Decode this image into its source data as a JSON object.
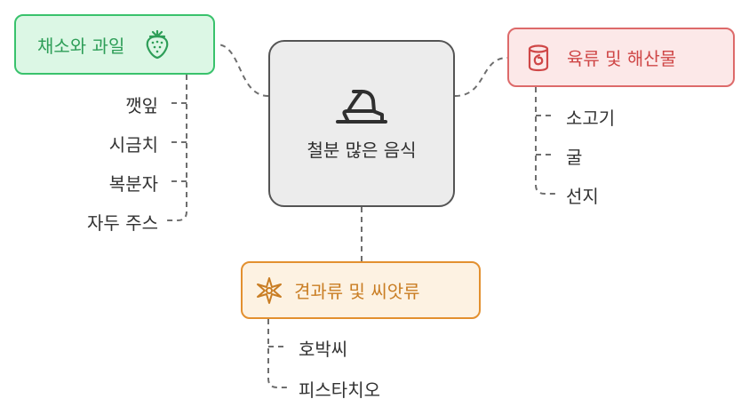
{
  "center": {
    "title": "철분 많은 음식",
    "icon": "anvil-icon"
  },
  "branches": {
    "vegetables": {
      "label": "채소와 과일",
      "icon": "strawberry-icon",
      "color": "#39c26c",
      "items": [
        "깻잎",
        "시금치",
        "복분자",
        "자두 주스"
      ]
    },
    "meat": {
      "label": "육류 및 해산물",
      "icon": "jar-icon",
      "color": "#dd6a6a",
      "items": [
        "소고기",
        "굴",
        "선지"
      ]
    },
    "nuts": {
      "label": "견과류 및 씨앗류",
      "icon": "star-anise-icon",
      "color": "#e3902f",
      "items": [
        "호박씨",
        "피스타치오"
      ]
    }
  }
}
